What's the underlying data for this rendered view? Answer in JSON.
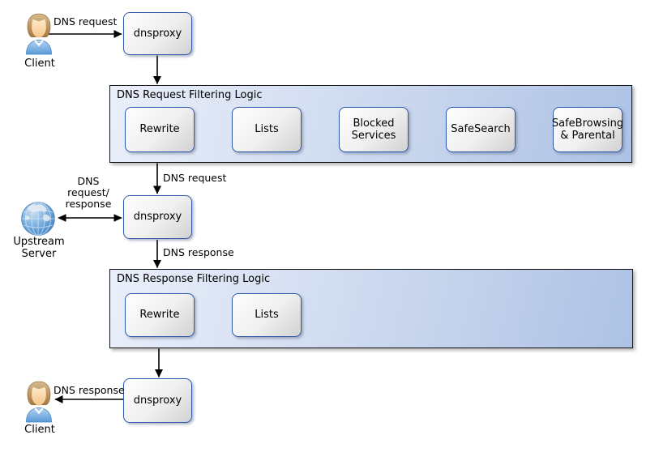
{
  "diagram_type": "flowchart",
  "colors": {
    "background": "#ffffff",
    "group_fill_left": "#eaeffa",
    "group_fill_right": "#adc2e5",
    "group_border": "#141414",
    "node_fill_top": "#ffffff",
    "node_fill_bottom": "#d2d2d2",
    "node_border": "#2e5aab",
    "arrow": "#000000",
    "text": "#000000",
    "globe_blue": "#5f9bd4",
    "shirt_blue": "#5a9bd8",
    "hair_tan": "#b5895a"
  },
  "actors": {
    "client_top": {
      "label": "Client",
      "icon": "person-icon"
    },
    "client_bottom": {
      "label": "Client",
      "icon": "person-icon"
    },
    "upstream": {
      "lines": [
        "Upstream",
        "Server"
      ],
      "icon": "globe-icon"
    }
  },
  "proxies": {
    "proxy1": "dnsproxy",
    "proxy2": "dnsproxy",
    "proxy3": "dnsproxy"
  },
  "containers": [
    {
      "title": "DNS Request Filtering Logic",
      "steps": [
        "Rewrite",
        "Lists",
        "Blocked Services",
        "SafeSearch",
        "SafeBrowsing & Parental"
      ]
    },
    {
      "title": "DNS Response Filtering Logic",
      "steps": [
        "Rewrite",
        "Lists"
      ]
    }
  ],
  "edge_labels": {
    "client_request": "DNS request",
    "filtered_request": "DNS request",
    "upstream_exchange": [
      "DNS",
      "request/",
      "response"
    ],
    "proxy_response": "DNS response",
    "client_response": "DNS response"
  }
}
